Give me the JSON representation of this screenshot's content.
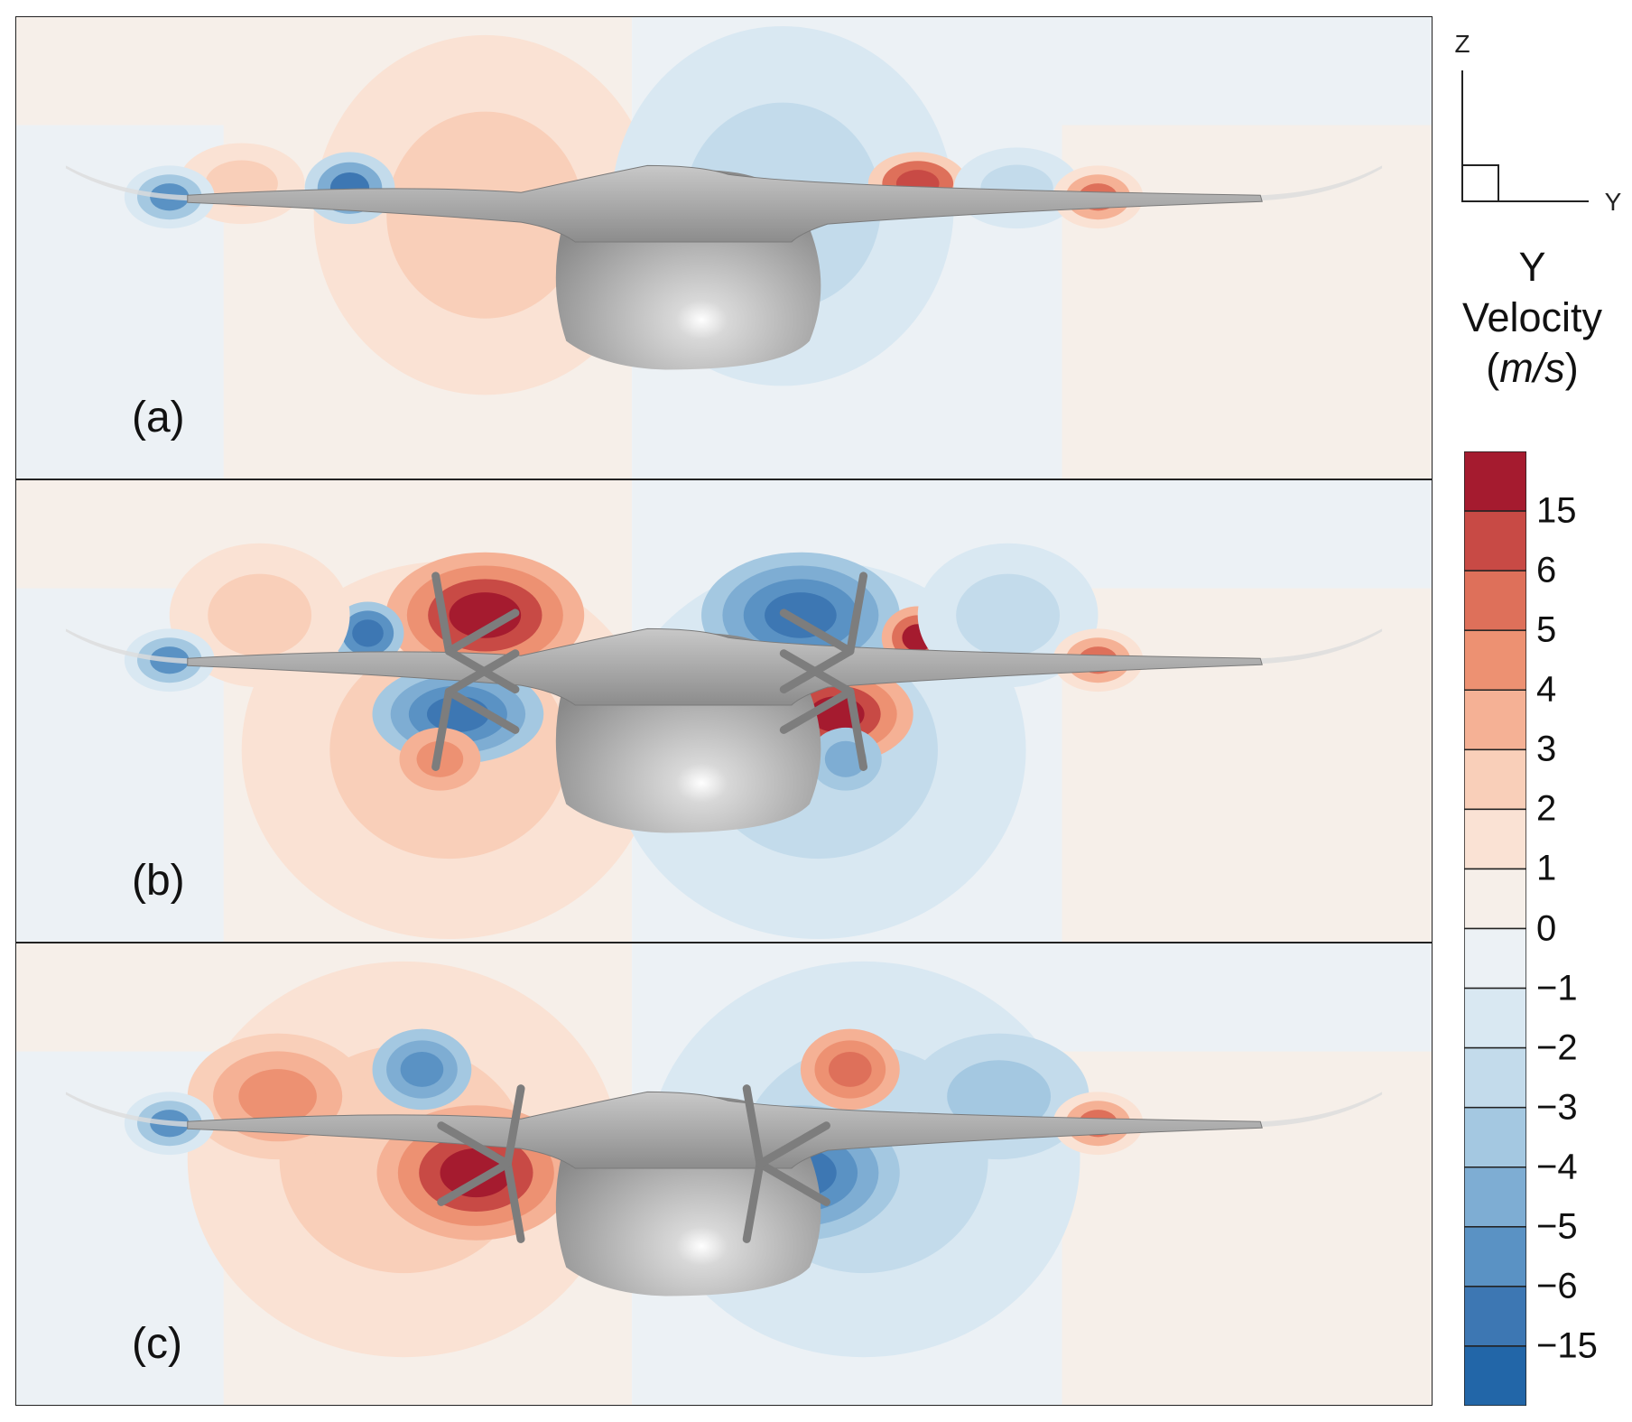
{
  "panels": [
    {
      "label": "(a)",
      "rotors": "none"
    },
    {
      "label": "(b)",
      "rotors": "upper-lower"
    },
    {
      "label": "(c)",
      "rotors": "lower"
    }
  ],
  "axes": {
    "vertical": "Z",
    "horizontal": "Y"
  },
  "colorbar": {
    "title_line1": "Y",
    "title_line2": "Velocity",
    "title_units": "m/s",
    "tick_labels": [
      "15",
      "6",
      "5",
      "4",
      "3",
      "2",
      "1",
      "0",
      "−1",
      "−2",
      "−3",
      "−4",
      "−5",
      "−6",
      "−15"
    ],
    "level_colors": [
      "#a51b2f",
      "#c84a45",
      "#de705a",
      "#ed9172",
      "#f5b195",
      "#f9cfb9",
      "#fae2d4",
      "#f6efe9",
      "#ecf1f5",
      "#d9e8f2",
      "#c3dbeb",
      "#a4c8e1",
      "#7eadd3",
      "#5a92c4",
      "#3d77b3",
      "#2266a8"
    ]
  },
  "colors": {
    "airframe": "#a8a8a8",
    "panel_border": "#222222"
  }
}
